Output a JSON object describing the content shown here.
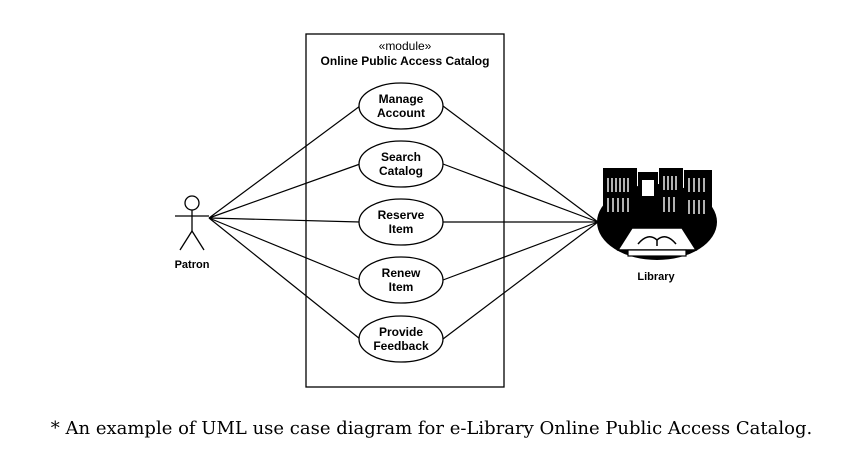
{
  "system": {
    "stereotype": "«module»",
    "name": "Online Public Access Catalog"
  },
  "actors": {
    "patron": "Patron",
    "library": "Library"
  },
  "use_cases": [
    {
      "line1": "Manage",
      "line2": "Account"
    },
    {
      "line1": "Search",
      "line2": "Catalog"
    },
    {
      "line1": "Reserve",
      "line2": "Item"
    },
    {
      "line1": "Renew",
      "line2": "Item"
    },
    {
      "line1": "Provide",
      "line2": "Feedback"
    }
  ],
  "caption": "* An example of UML use case diagram for e-Library Online Public Access Catalog."
}
